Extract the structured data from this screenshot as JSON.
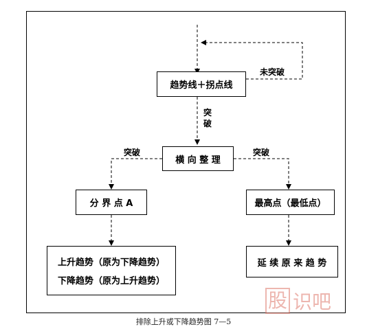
{
  "nodes": {
    "trend_line": "趋势线＋拐点线",
    "consolidation": "横 向 整 理",
    "boundary": "分 界 点 A",
    "highest": "最高点（最低点）",
    "reversal_line1": "上升趋势（原为下降趋势）",
    "reversal_line2": "下降趋势（原为上升趋势）",
    "continue": "延 续 原 来 趋 势"
  },
  "edges": {
    "not_broken": "未突破",
    "broken_vertical": [
      "突",
      "破"
    ],
    "broken_left": "突破",
    "broken_right": "突破"
  },
  "caption": "排除上升或下降趋势图 7—5",
  "watermark": {
    "seal": "股",
    "text": "识吧"
  }
}
